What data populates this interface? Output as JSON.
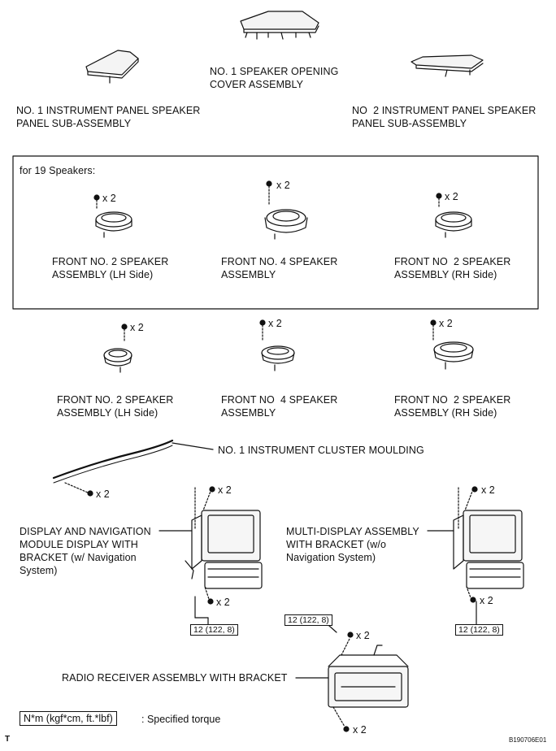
{
  "labels": {
    "ip_panel_1": "NO. 1 INSTRUMENT PANEL SPEAKER\nPANEL SUB-ASSEMBLY",
    "opening_cover": "NO. 1 SPEAKER OPENING\nCOVER ASSEMBLY",
    "ip_panel_2": "NO  2 INSTRUMENT PANEL SPEAKER\nPANEL SUB-ASSEMBLY",
    "box_title": "for 19 Speakers:",
    "spk_a": "FRONT NO. 2 SPEAKER\nASSEMBLY (LH Side)",
    "spk_b": "FRONT NO. 4 SPEAKER\nASSEMBLY",
    "spk_c": "FRONT NO  2 SPEAKER\nASSEMBLY (RH Side)",
    "spk_d": "FRONT NO. 2 SPEAKER\nASSEMBLY (LH Side)",
    "spk_e": "FRONT NO  4 SPEAKER\nASSEMBLY",
    "spk_f": "FRONT NO  2 SPEAKER\nASSEMBLY (RH Side)",
    "moulding": "NO. 1 INSTRUMENT CLUSTER MOULDING",
    "nav_display": "DISPLAY AND NAVIGATION\nMODULE DISPLAY WITH\nBRACKET (w/ Navigation\nSystem)",
    "multi_display": "MULTI-DISPLAY ASSEMBLY\nWITH BRACKET (w/o\nNavigation System)",
    "radio": "RADIO RECEIVER ASSEMBLY WITH BRACKET"
  },
  "counts": {
    "c1": "x 2",
    "c2": "x 2",
    "c3": "x 2",
    "c4": "x 2",
    "c5": "x 2",
    "c6": "x 2",
    "c7": "x 2",
    "c8": "x 2",
    "c9": "x 2",
    "c10": "x 2",
    "c11": "x 2",
    "c12": "x 2",
    "c13": "x 2"
  },
  "torques": {
    "t1": "12 (122, 8)",
    "t2": "12 (122, 8)",
    "t3": "12 (122, 8)"
  },
  "legend": {
    "key": "N*m (kgf*cm, ft.*lbf)",
    "desc": ": Specified torque"
  },
  "corner_mark": "T",
  "figure_code": "B190706E01"
}
